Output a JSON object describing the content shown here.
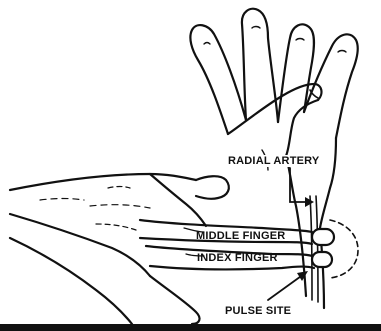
{
  "labels": {
    "radial_artery": "RADIAL ARTERY",
    "middle_finger": "MIDDLE FINGER",
    "index_finger": "INDEX FINGER",
    "pulse_site": "PULSE SITE"
  },
  "colors": {
    "ink": "#111111",
    "paper": "#ffffff"
  }
}
